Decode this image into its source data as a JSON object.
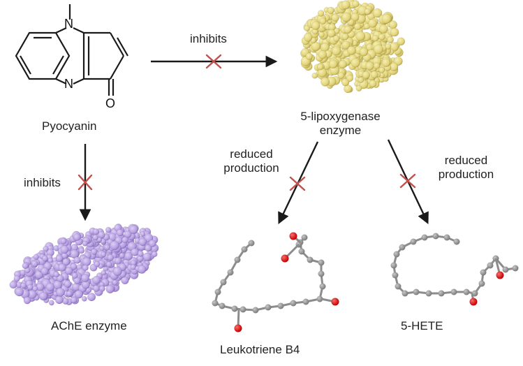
{
  "labels": {
    "pyocyanin": "Pyocyanin",
    "inhibits_top": "inhibits",
    "inhibits_left": "inhibits",
    "lipoxygenase_line1": "5-lipoxygenase",
    "lipoxygenase_line2": "enzyme",
    "reduced_left_line1": "reduced",
    "reduced_left_line2": "production",
    "reduced_right_line1": "reduced",
    "reduced_right_line2": "production",
    "ache": "AChE enzyme",
    "leukotriene": "Leukotriene B4",
    "hete": "5-HETE"
  },
  "atoms": {
    "n_top": "N",
    "n_bottom": "N",
    "oxygen": "O"
  },
  "colors": {
    "arrow": "#1a1a1a",
    "inhibition_cross": "#c0504d",
    "lipoxygenase_protein": "#e8dc86",
    "ache_protein": "#b9a3e3",
    "molecule_atom": "#8c8c8c",
    "oxygen_atom": "#e01010"
  }
}
